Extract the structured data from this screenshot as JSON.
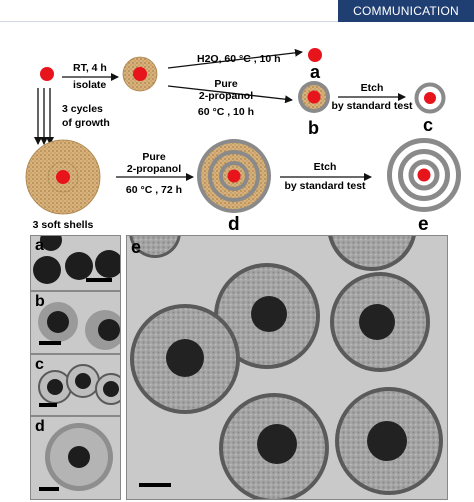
{
  "banner": {
    "label": "COMMUNICATION"
  },
  "scheme": {
    "step1_top": "RT, 4 h",
    "step1_bottom": "isolate",
    "step2_conditions": "H2O, 60 °C , 10 h",
    "step3_line1": "Pure",
    "step3_line2": "2-propanol",
    "step3_line3": "60 °C , 10 h",
    "etch1_top": "Etch",
    "etch1_bottom": "by standard test",
    "cycles_line1": "3 cycles",
    "cycles_line2": "of growth",
    "soft_shells": "3 soft shells",
    "step4_line1": "Pure",
    "step4_line2": "2-propanol",
    "step4_line3": "60 °C , 72 h",
    "etch2_top": "Etch",
    "etch2_bottom": "by standard test",
    "label_a": "a",
    "label_b": "b",
    "label_c": "c",
    "label_d": "d",
    "label_e": "e"
  },
  "micrographs": {
    "a": "a",
    "b": "b",
    "c": "c",
    "d": "d",
    "e": "e"
  },
  "colors": {
    "banner": "#1f3f73",
    "core": "#e8141c",
    "soft_shell": "#c9a36a",
    "hard_shell": "#8a8a8a",
    "tem_background": "#c9c9c9"
  }
}
